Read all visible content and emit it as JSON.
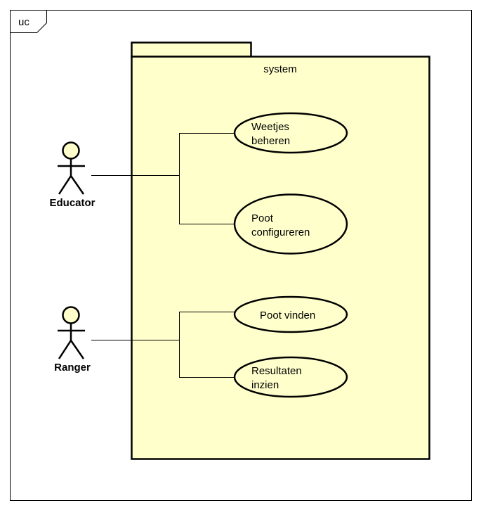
{
  "frame": {
    "label": "uc"
  },
  "system": {
    "label": "system"
  },
  "actors": [
    {
      "id": "educator",
      "name": "Educator"
    },
    {
      "id": "ranger",
      "name": "Ranger"
    }
  ],
  "use_cases": [
    {
      "id": "weetjes-beheren",
      "lines": [
        "Weetjes",
        "beheren"
      ]
    },
    {
      "id": "poot-configureren",
      "lines": [
        "Poot",
        "configureren"
      ]
    },
    {
      "id": "poot-vinden",
      "lines": [
        "Poot vinden"
      ]
    },
    {
      "id": "resultaten-inzien",
      "lines": [
        "Resultaten",
        "inzien"
      ]
    }
  ],
  "associations": [
    {
      "actor": "educator",
      "use_case": "weetjes-beheren"
    },
    {
      "actor": "educator",
      "use_case": "poot-configureren"
    },
    {
      "actor": "ranger",
      "use_case": "poot-vinden"
    },
    {
      "actor": "ranger",
      "use_case": "resultaten-inzien"
    }
  ],
  "colors": {
    "fill": "#FFFFCC",
    "stroke": "#000000",
    "background": "#FFFFFF"
  }
}
